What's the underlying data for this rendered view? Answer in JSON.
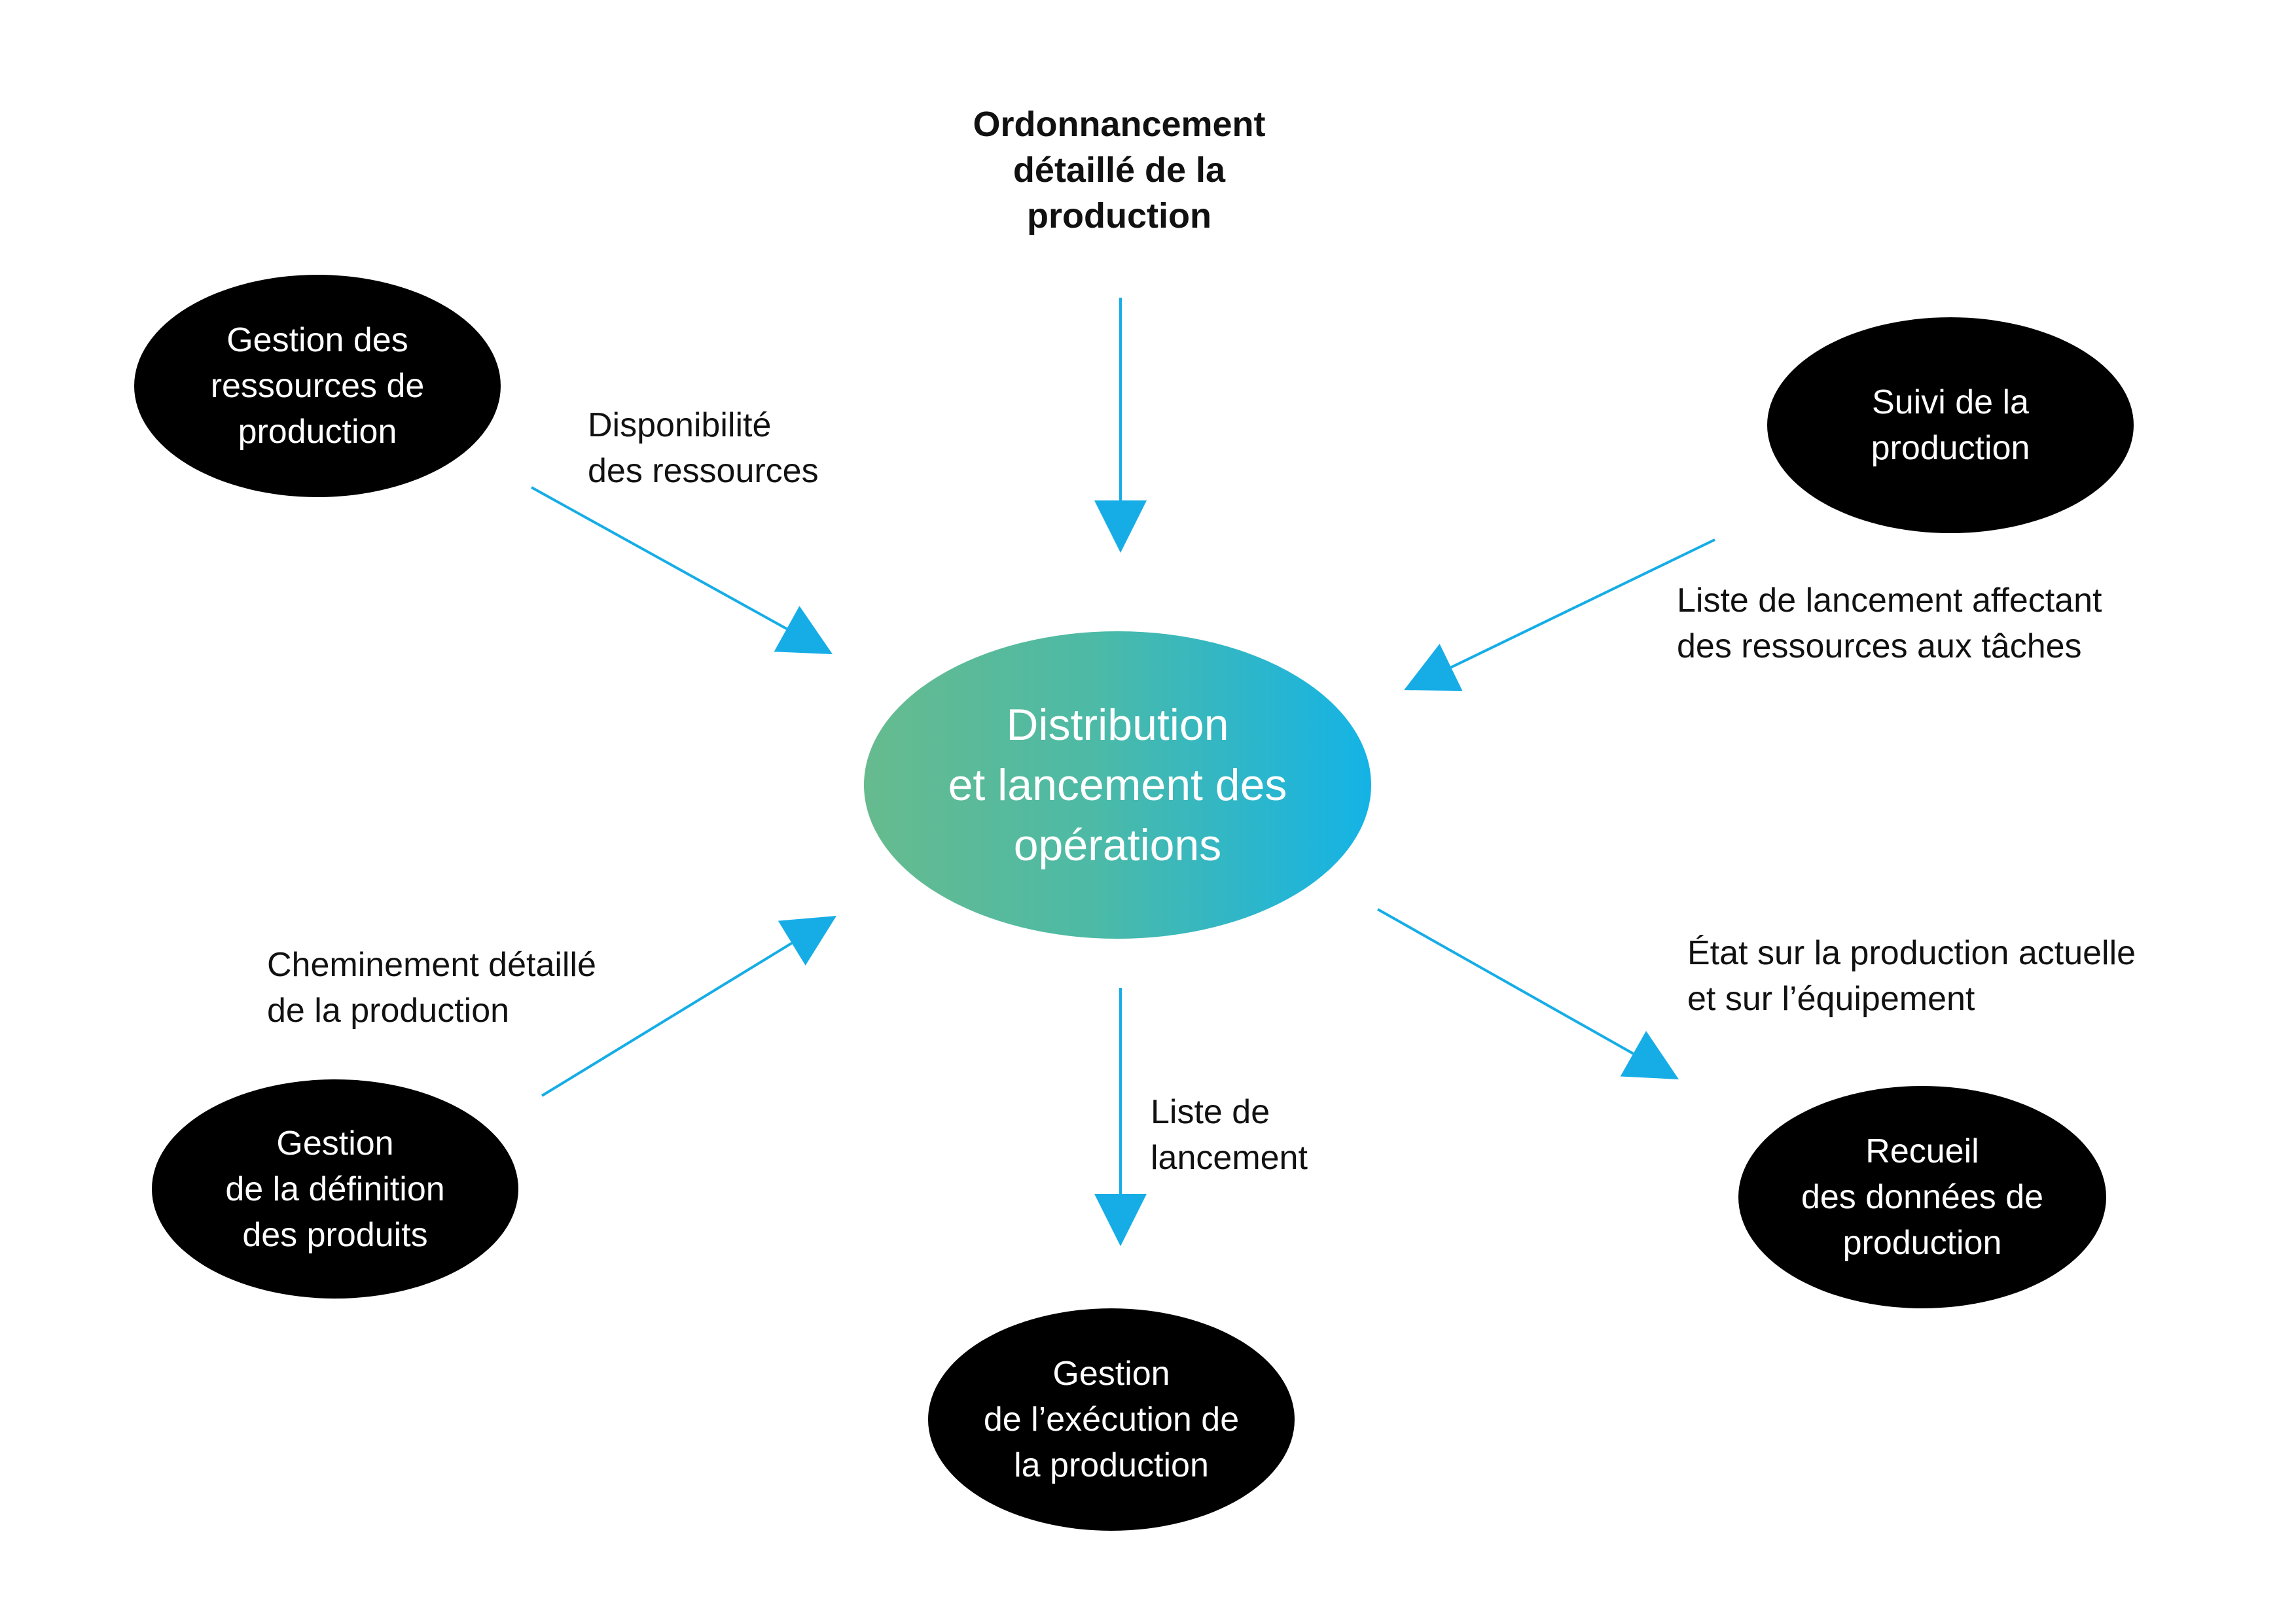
{
  "colors": {
    "arrow": "#16ade6",
    "node_fill": "#000000",
    "node_text": "#ffffff",
    "center_gradient_start": "#66bb8e",
    "center_gradient_end": "#14b3e6"
  },
  "center": {
    "label": "Distribution\net lancement des\nopérations"
  },
  "nodes": {
    "resources": "Gestion des\nressources de\nproduction",
    "tracking": "Suivi de la\nproduction",
    "definition": "Gestion\nde la définition\ndes produits",
    "execution": "Gestion\nde l’exécution de\nla production",
    "collection": "Recueil\ndes données de\nproduction"
  },
  "labels": {
    "scheduling": "Ordonnancement\ndétaillé de la\nproduction",
    "availability": "Disponibilité\ndes ressources",
    "dispatch_list_assign": "Liste de lancement affectant\ndes ressources aux tâches",
    "routing": "Cheminement détaillé\nde la production",
    "dispatch_list": "Liste de\nlancement",
    "status": "État sur la production actuelle\net sur l’équipement"
  },
  "arrows": [
    {
      "id": "arrow-scheduling",
      "from": "labels.scheduling",
      "to": "center"
    },
    {
      "id": "arrow-availability",
      "from": "nodes.resources",
      "to": "center"
    },
    {
      "id": "arrow-tracking",
      "from": "nodes.tracking",
      "to": "center"
    },
    {
      "id": "arrow-definition",
      "from": "nodes.definition",
      "to": "center"
    },
    {
      "id": "arrow-execution",
      "from": "center",
      "to": "nodes.execution"
    },
    {
      "id": "arrow-collection",
      "from": "center",
      "to": "nodes.collection"
    }
  ]
}
